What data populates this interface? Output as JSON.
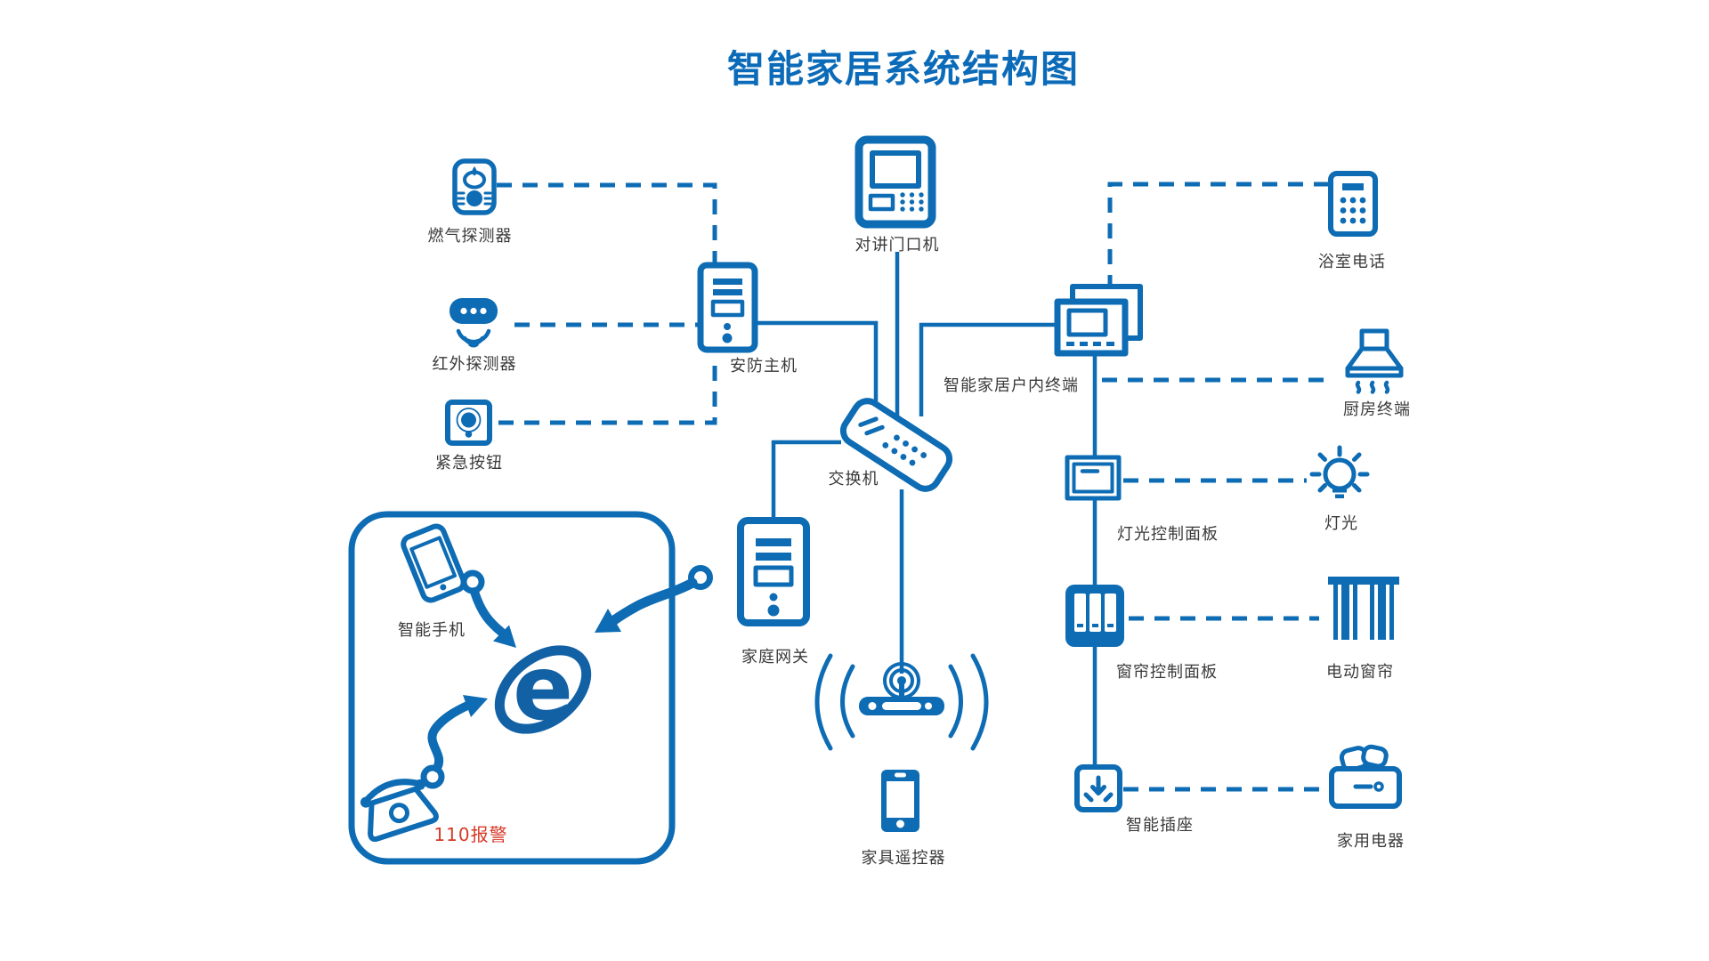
{
  "title": "智能家居系统结构图",
  "colors": {
    "primary": "#0d6cb4",
    "title": "#0c6bb8",
    "alarm_red": "#d63a28",
    "label_text": "#3a3a3a",
    "background": "#ffffff"
  },
  "nodes": [
    {
      "id": "gas-detector",
      "icon": "gas-detector-icon",
      "label": "燃气探测器"
    },
    {
      "id": "infrared-detector",
      "icon": "infrared-detector-icon",
      "label": "红外探测器"
    },
    {
      "id": "emergency-button",
      "icon": "emergency-button-icon",
      "label": "紧急按钮"
    },
    {
      "id": "security-host",
      "icon": "security-host-icon",
      "label": "安防主机"
    },
    {
      "id": "door-intercom",
      "icon": "door-intercom-icon",
      "label": "对讲门口机"
    },
    {
      "id": "switch",
      "icon": "switch-icon",
      "label": "交换机"
    },
    {
      "id": "indoor-terminal",
      "icon": "indoor-terminal-icon",
      "label": "智能家居户内终端"
    },
    {
      "id": "bathroom-phone",
      "icon": "bathroom-phone-icon",
      "label": "浴室电话"
    },
    {
      "id": "kitchen-terminal",
      "icon": "kitchen-hood-icon",
      "label": "厨房终端"
    },
    {
      "id": "light-panel",
      "icon": "light-panel-icon",
      "label": "灯光控制面板"
    },
    {
      "id": "light",
      "icon": "light-bulb-icon",
      "label": "灯光"
    },
    {
      "id": "curtain-panel",
      "icon": "curtain-panel-icon",
      "label": "窗帘控制面板"
    },
    {
      "id": "motor-curtain",
      "icon": "motor-curtain-icon",
      "label": "电动窗帘"
    },
    {
      "id": "smart-socket",
      "icon": "smart-socket-icon",
      "label": "智能插座"
    },
    {
      "id": "home-appliance",
      "icon": "appliance-icon",
      "label": "家用电器"
    },
    {
      "id": "home-gateway",
      "icon": "home-gateway-icon",
      "label": "家庭网关"
    },
    {
      "id": "remote-control",
      "icon": "remote-phone-icon",
      "label": "家具遥控器"
    },
    {
      "id": "smartphone",
      "icon": "smartphone-icon",
      "label": "智能手机"
    },
    {
      "id": "alarm-110",
      "icon": "telephone-icon",
      "label": "110报警"
    }
  ],
  "edges": [
    {
      "from": "gas-detector",
      "to": "security-host",
      "style": "dashed"
    },
    {
      "from": "infrared-detector",
      "to": "security-host",
      "style": "dashed"
    },
    {
      "from": "emergency-button",
      "to": "security-host",
      "style": "dashed"
    },
    {
      "from": "security-host",
      "to": "switch",
      "style": "solid"
    },
    {
      "from": "door-intercom",
      "to": "switch",
      "style": "solid"
    },
    {
      "from": "switch",
      "to": "indoor-terminal",
      "style": "solid"
    },
    {
      "from": "home-gateway",
      "to": "switch",
      "style": "solid"
    },
    {
      "from": "switch",
      "to": "wireless-router",
      "style": "solid"
    },
    {
      "from": "bathroom-phone",
      "to": "indoor-terminal",
      "style": "dashed"
    },
    {
      "from": "indoor-terminal",
      "to": "kitchen-terminal",
      "style": "dashed"
    },
    {
      "from": "indoor-terminal",
      "to": "light-panel",
      "style": "solid"
    },
    {
      "from": "light-panel",
      "to": "light",
      "style": "dashed"
    },
    {
      "from": "light-panel",
      "to": "curtain-panel",
      "style": "solid"
    },
    {
      "from": "curtain-panel",
      "to": "motor-curtain",
      "style": "dashed"
    },
    {
      "from": "curtain-panel",
      "to": "smart-socket",
      "style": "solid"
    },
    {
      "from": "smart-socket",
      "to": "home-appliance",
      "style": "dashed"
    },
    {
      "from": "smartphone",
      "to": "internet",
      "style": "arrow"
    },
    {
      "from": "alarm-110",
      "to": "internet",
      "style": "arrow"
    },
    {
      "from": "external-network",
      "to": "internet",
      "style": "arrow"
    }
  ]
}
